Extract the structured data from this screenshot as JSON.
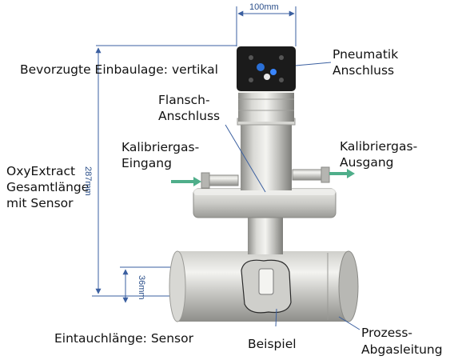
{
  "labels": {
    "width_dim": "100mm",
    "install_orientation": "Bevorzugte Einbaulage: vertikal",
    "pneumatic": [
      "Pneumatik",
      "Anschluss"
    ],
    "flange": [
      "Flansch-",
      "Anschluss"
    ],
    "cal_gas_in": [
      "Kalibriergas-",
      "Eingang"
    ],
    "cal_gas_out": [
      "Kalibriergas-",
      "Ausgang"
    ],
    "total_length": [
      "OxyExtract",
      "Gesamtlänge",
      "mit Sensor"
    ],
    "height_dim": "287mm",
    "immersion_dim": "36mm",
    "immersion_length": "Eintauchlänge: Sensor",
    "example": "Beispiel",
    "process_pipe": [
      "Prozess-",
      "Abgasleitung"
    ]
  },
  "colors": {
    "dimension_line": "#3a5fa0",
    "arrow_green": "#4fae8a",
    "metal_light": "#e6e6e3",
    "metal_dark": "#8a8a86",
    "housing": "#1b1b1b"
  }
}
